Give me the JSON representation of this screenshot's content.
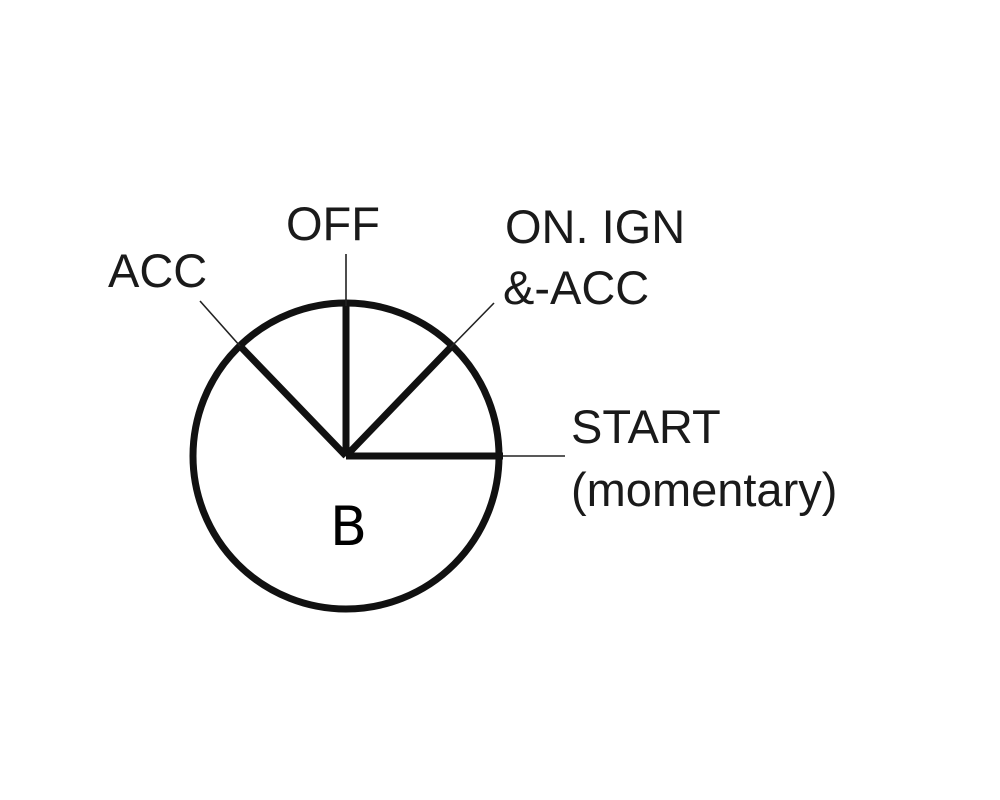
{
  "diagram": {
    "positions": [
      {
        "id": "acc",
        "lines": [
          "ACC"
        ]
      },
      {
        "id": "off",
        "lines": [
          "OFF"
        ]
      },
      {
        "id": "on",
        "lines": [
          "ON. IGN",
          "&-ACC"
        ]
      },
      {
        "id": "start",
        "lines": [
          "START",
          "(momentary)"
        ]
      }
    ],
    "center_label": "B",
    "colors": {
      "stroke": "#111111",
      "text": "#1a1a1a",
      "background": "#ffffff"
    }
  }
}
